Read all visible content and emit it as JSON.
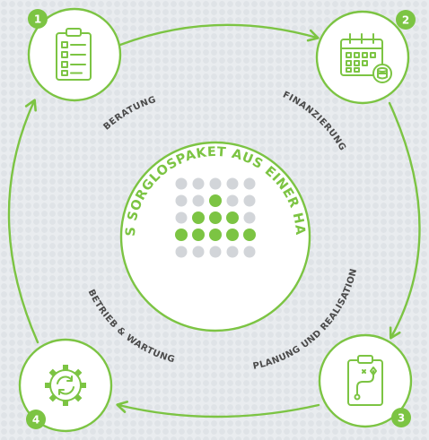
{
  "center": {
    "title": "DAS SORGLOSPAKET AUS EINER HAND",
    "dot_grid": {
      "rows": [
        [
          "grey",
          "grey",
          "grey",
          "grey",
          "grey"
        ],
        [
          "grey",
          "grey",
          "green",
          "grey",
          "grey"
        ],
        [
          "grey",
          "green",
          "green",
          "green",
          "grey"
        ],
        [
          "green",
          "green",
          "green",
          "green",
          "green"
        ],
        [
          "grey",
          "grey",
          "grey",
          "grey",
          "grey"
        ]
      ]
    }
  },
  "steps": [
    {
      "number": "1",
      "label": "BERATUNG",
      "icon": "clipboard-checklist-icon"
    },
    {
      "number": "2",
      "label": "FINANZIERUNG",
      "icon": "calendar-money-icon"
    },
    {
      "number": "3",
      "label": "PLANUNG UND REALISATION",
      "icon": "clipboard-plan-icon"
    },
    {
      "number": "4",
      "label": "BETRIEB & WARTUNG",
      "icon": "gear-cycle-icon"
    }
  ],
  "colors": {
    "green": "#7cc443",
    "dot_grey": "#d2d5d9",
    "label_grey": "#4a4a4a",
    "white": "#ffffff"
  }
}
